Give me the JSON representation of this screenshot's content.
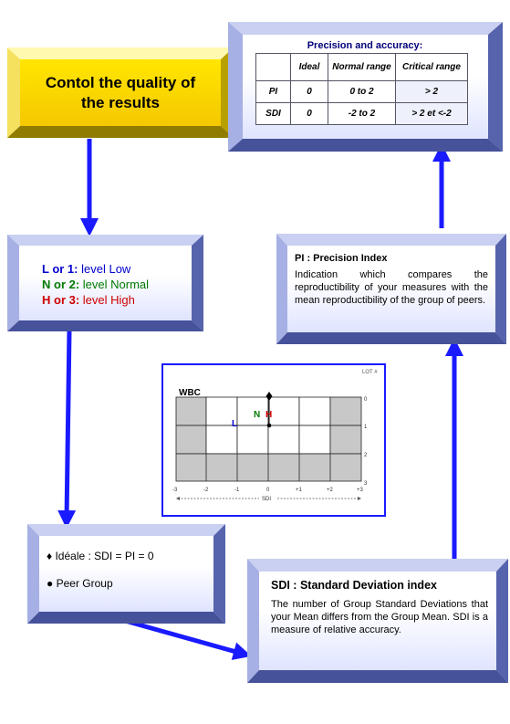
{
  "control_box": {
    "title": "Contol the quality of the results"
  },
  "levels_box": {
    "items": [
      {
        "key": "L or 1:",
        "value": "level Low",
        "color": "#0000cc"
      },
      {
        "key": "N or 2:",
        "value": "level Normal",
        "color": "#007a00"
      },
      {
        "key": "H or 3:",
        "value": "level High",
        "color": "#cc0000"
      }
    ]
  },
  "ideal_box": {
    "ideal_text": "Idéale : SDI = PI = 0",
    "peer_text": "Peer Group"
  },
  "precision_table": {
    "title": "Precision and accuracy:",
    "headers": [
      "",
      "Ideal",
      "Normal range",
      "Critical range"
    ],
    "rows": [
      [
        "PI",
        "0",
        "0 to 2",
        "> 2"
      ],
      [
        "SDI",
        "0",
        "-2 to 2",
        "> 2 et <-2"
      ]
    ]
  },
  "pi_box": {
    "title": "PI : Precision Index",
    "text": "Indication which compares the reproductibility of your measures with the mean reproductibility of the group of peers."
  },
  "sdi_box": {
    "title": "SDI : Standard Deviation index",
    "text": "The number of Group Standard Deviations that your Mean differs from the Group Mean. SDI is a measure of relative accuracy."
  },
  "wbc_chart": {
    "lot_label": "LOT #",
    "title": "WBC",
    "x_ticks": [
      "-3",
      "-2",
      "-1",
      "0",
      "+1",
      "+2",
      "+3"
    ],
    "y_ticks": [
      "0",
      "1",
      "2",
      "3"
    ],
    "x_axis_label": "SDI",
    "markers": {
      "L": "L",
      "N": "N",
      "H": "H"
    }
  },
  "colors": {
    "arrow": "#1a1aff",
    "frame": "#6f7fc9",
    "title_fill": "#ffee00"
  }
}
